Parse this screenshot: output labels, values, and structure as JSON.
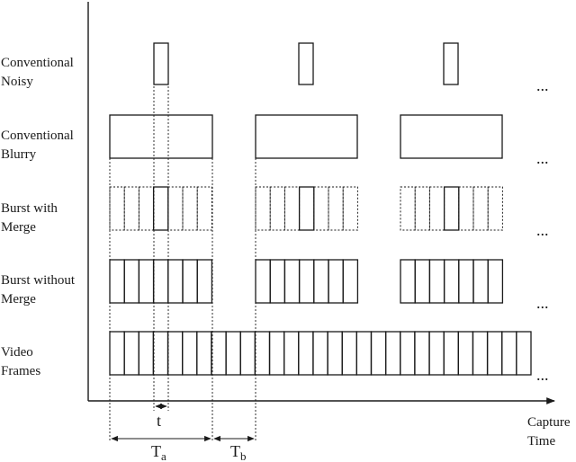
{
  "rows": [
    {
      "id": "noisy",
      "line1": "Conventional",
      "line2": "Noisy"
    },
    {
      "id": "blurry",
      "line1": "Conventional",
      "line2": "Blurry"
    },
    {
      "id": "burst-merge",
      "line1": "Burst with",
      "line2": "Merge"
    },
    {
      "id": "burst-nomerge",
      "line1": "Burst without",
      "line2": "Merge"
    },
    {
      "id": "video",
      "line1": "Video",
      "line2": "Frames"
    }
  ],
  "ellipsis": "...",
  "axis": {
    "line1": "Capture",
    "line2": "Time"
  },
  "markers": {
    "t": "t",
    "Ta_main": "T",
    "Ta_sub": "a",
    "Tb_main": "T",
    "Tb_sub": "b"
  }
}
